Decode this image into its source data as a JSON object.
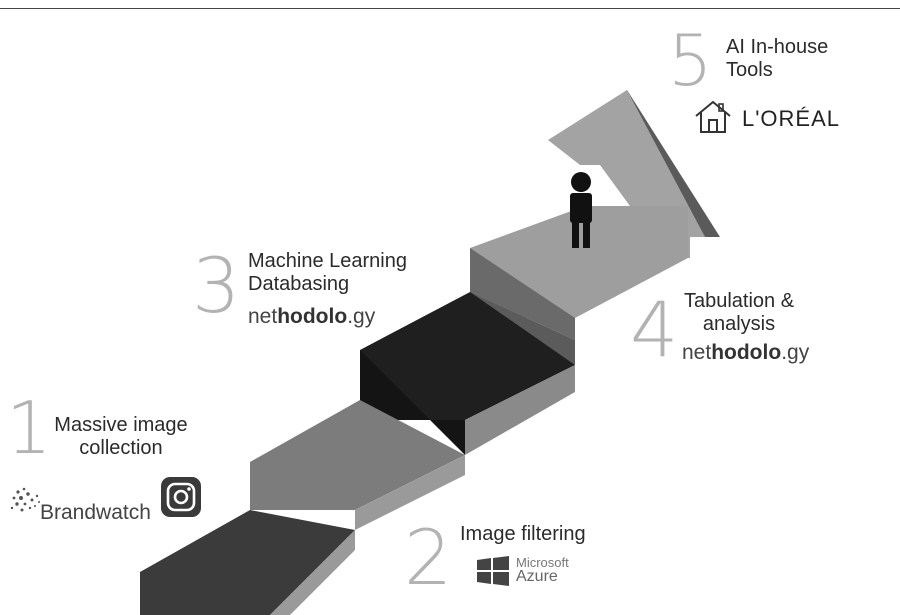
{
  "steps": [
    {
      "number": "1",
      "label_line1": "Massive image",
      "label_line2": "collection"
    },
    {
      "number": "2",
      "label_line1": "Image filtering"
    },
    {
      "number": "3",
      "label_line1": "Machine Learning",
      "label_line2": "Databasing"
    },
    {
      "number": "4",
      "label_line1": "Tabulation &",
      "label_line2": "analysis"
    },
    {
      "number": "5",
      "label_line1": "AI In-house",
      "label_line2": "Tools"
    }
  ],
  "logos": {
    "brandwatch": "Brandwatch",
    "nethodology_prefix": "net",
    "nethodology_bold": "hodolo",
    "nethodology_suffix": ".gy",
    "microsoft": "Microsoft",
    "azure": "Azure",
    "loreal": "L'ORÉAL"
  },
  "icons": [
    "person-icon",
    "instagram-icon",
    "brandwatch-icon",
    "windows-icon",
    "house-icon"
  ]
}
